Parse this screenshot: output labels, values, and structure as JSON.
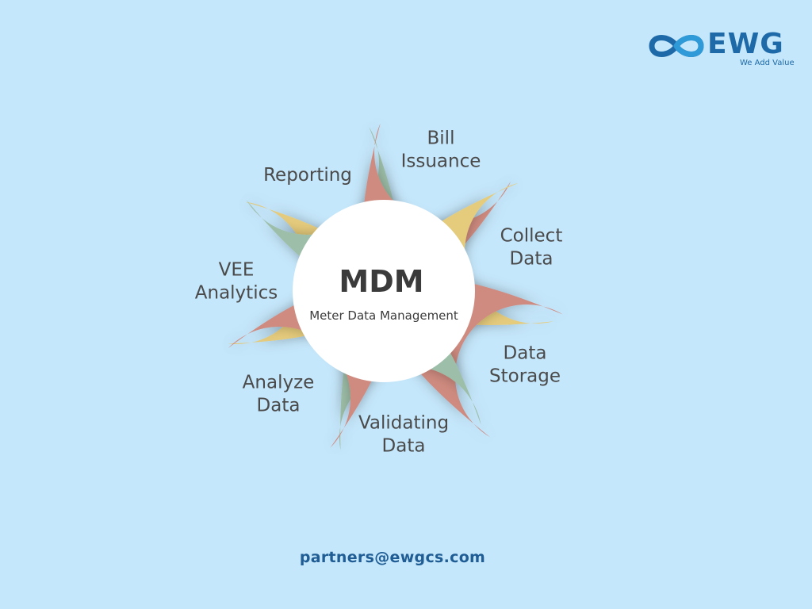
{
  "brand": {
    "name": "EWG",
    "tagline": "We Add Value",
    "colors": {
      "primary": "#1e6aa8",
      "accent": "#2f9ad8"
    },
    "icon": "infinity-logo-icon"
  },
  "hub": {
    "title": "MDM",
    "subtitle": "Meter Data Management"
  },
  "colors": {
    "background": "#c5e7fb",
    "green": "#9dbea8",
    "red": "#cf8b80",
    "yellow": "#e5cb7b",
    "hub": "#ffffff"
  },
  "petals": [
    {
      "lines": [
        "Reporting"
      ],
      "color": "green"
    },
    {
      "lines": [
        "Bill",
        "Issuance"
      ],
      "color": "red"
    },
    {
      "lines": [
        "Collect",
        "Data"
      ],
      "color": "yellow"
    },
    {
      "lines": [
        "Data",
        "Storage"
      ],
      "color": "red"
    },
    {
      "lines": [
        "Validating",
        "Data"
      ],
      "color": "green"
    },
    {
      "lines": [
        "Analyze",
        "Data"
      ],
      "color": "red"
    },
    {
      "lines": [
        "VEE",
        "Analytics"
      ],
      "color": "yellow"
    }
  ],
  "contact": {
    "email": "partners@ewgcs.com"
  }
}
